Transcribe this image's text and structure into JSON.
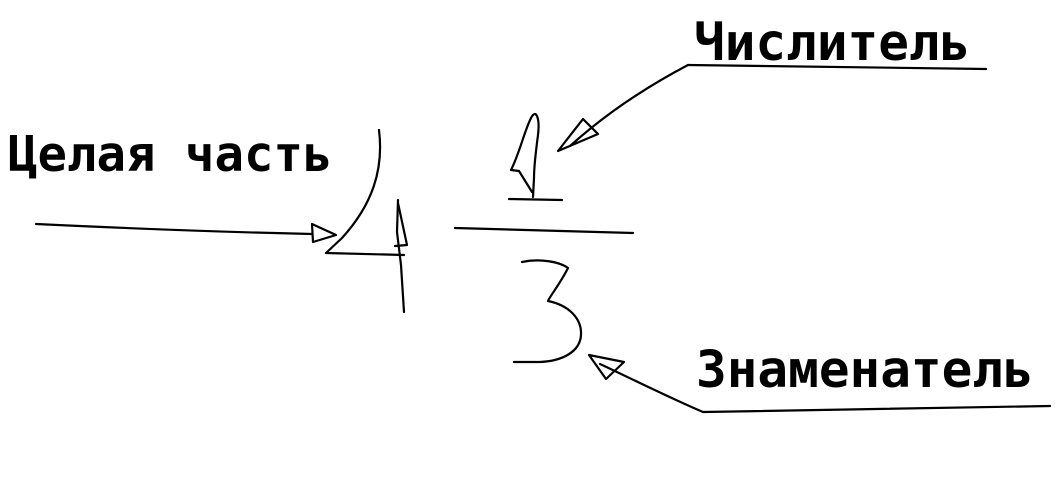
{
  "labels": {
    "whole_part": "Целая часть",
    "numerator": "Числитель",
    "denominator": "Знаменатель"
  },
  "fraction": {
    "whole": 4,
    "numerator": 1,
    "denominator": 3
  },
  "colors": {
    "ink": "#000000",
    "background": "#ffffff"
  }
}
